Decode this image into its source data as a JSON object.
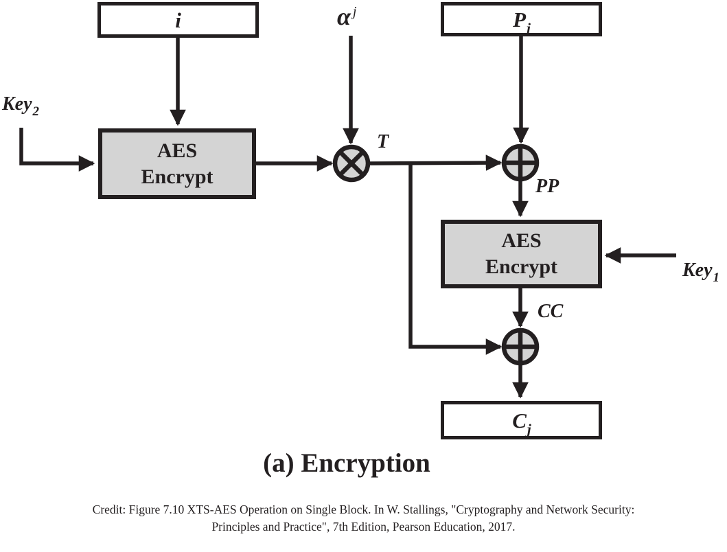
{
  "figure": {
    "boxes": {
      "i": {
        "label": "i"
      },
      "pj": {
        "base": "P",
        "sub": "j"
      },
      "aes_top": {
        "line1": "AES",
        "line2": "Encrypt"
      },
      "aes_bottom": {
        "line1": "AES",
        "line2": "Encrypt"
      },
      "cj": {
        "base": "C",
        "sub": "j"
      }
    },
    "labels": {
      "key2": {
        "base": "Key",
        "sub": "2"
      },
      "key1": {
        "base": "Key",
        "sub": "1"
      },
      "alpha": {
        "base": "α",
        "sup": "j"
      },
      "t": "T",
      "pp": "PP",
      "cc": "CC"
    },
    "operators": {
      "multiply_symbol": "⊗",
      "xor_symbol": "⊕"
    },
    "caption": "(a) Encryption",
    "credit": {
      "line1": "Credit: Figure 7.10 XTS-AES Operation on Single Block. In W. Stallings, \"Cryptography and Network Security:",
      "line2": "Principles and Practice\", 7th Edition, Pearson Education, 2017."
    },
    "colors": {
      "line": "#231f20",
      "gray_fill": "#d4d4d4",
      "white_fill": "#ffffff",
      "background": "#ffffff"
    }
  }
}
